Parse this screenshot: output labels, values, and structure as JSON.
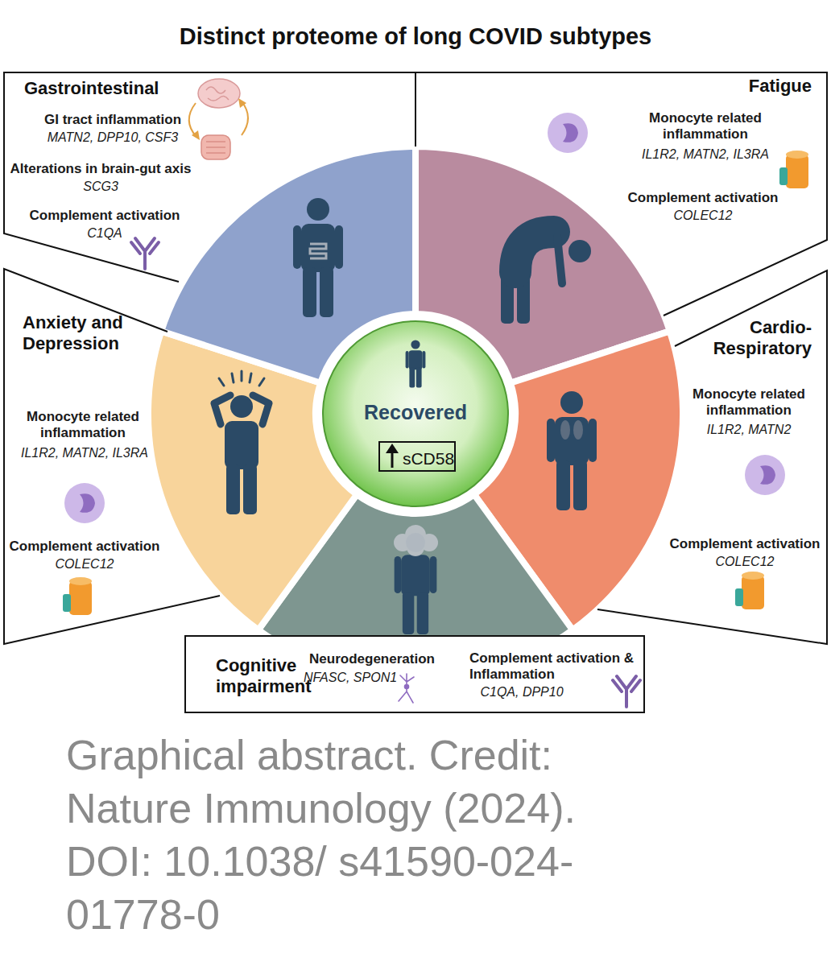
{
  "diagram": {
    "title": "Distinct proteome of long COVID subtypes",
    "caption": "Graphical abstract. Credit: Nature Immunology (2024). DOI: 10.1038/ s41590-024-01778-0",
    "nodes": [
      {
        "text": [
          "Gastrointestinal",
          "GI tract inflammation",
          "MATN2, DPP10, CSF3",
          "Alterations in brain-gut axis",
          "SCG3",
          "Complement activation",
          "C1QA"
        ]
      },
      {
        "text": [
          "Fatigue",
          "Monocyte related inflammation",
          "IL1R2, MATN2, IL3RA",
          "Complement activation",
          "COLEC12"
        ]
      },
      {
        "text": [
          "Anxiety and Depression",
          "Monocyte related inflammation",
          "IL1R2, MATN2, IL3RA",
          "Complement activation",
          "COLEC12"
        ]
      },
      {
        "text": [
          "Recovered"
        ]
      },
      {
        "text": [
          "sCD58"
        ],
        "in": 3
      },
      {
        "text": [
          "Cardio- Respiratory",
          "Monocyte related inflammation",
          "IL1R2, MATN2",
          "Complement activation",
          "COLEC12"
        ]
      },
      {
        "text": [
          "Cognitive impairment",
          "Neurodegeneration",
          "NFASC, SPON1",
          "Complement activation & Inflammation",
          "C1QA, DPP10"
        ]
      }
    ]
  }
}
